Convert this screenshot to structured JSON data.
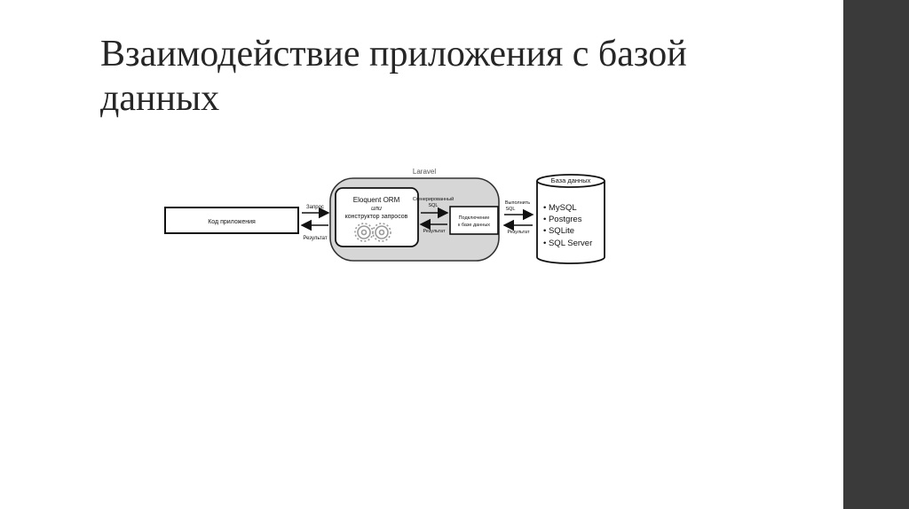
{
  "slide": {
    "title": "Взаимодействие приложения с базой данных"
  },
  "diagram": {
    "app_code_label": "Код приложения",
    "request_label": "Запрос",
    "result_label": "Результат",
    "framework_label": "Laravel",
    "orm_line1": "Eloquent ORM",
    "orm_line2": "или",
    "orm_line3": "конструктор запросов",
    "generated_sql_line1": "Сгенерированный",
    "generated_sql_line2": "SQL",
    "result_label_2": "Результат",
    "connection_line1": "Подключение",
    "connection_line2": "к базе данных",
    "execute_sql_line1": "Выполнить",
    "execute_sql_line2": "SQL",
    "result_label_3": "Результат",
    "database_label": "База данных",
    "databases": [
      "• MySQL",
      "• Postgres",
      "• SQLite",
      "• SQL Server"
    ]
  }
}
